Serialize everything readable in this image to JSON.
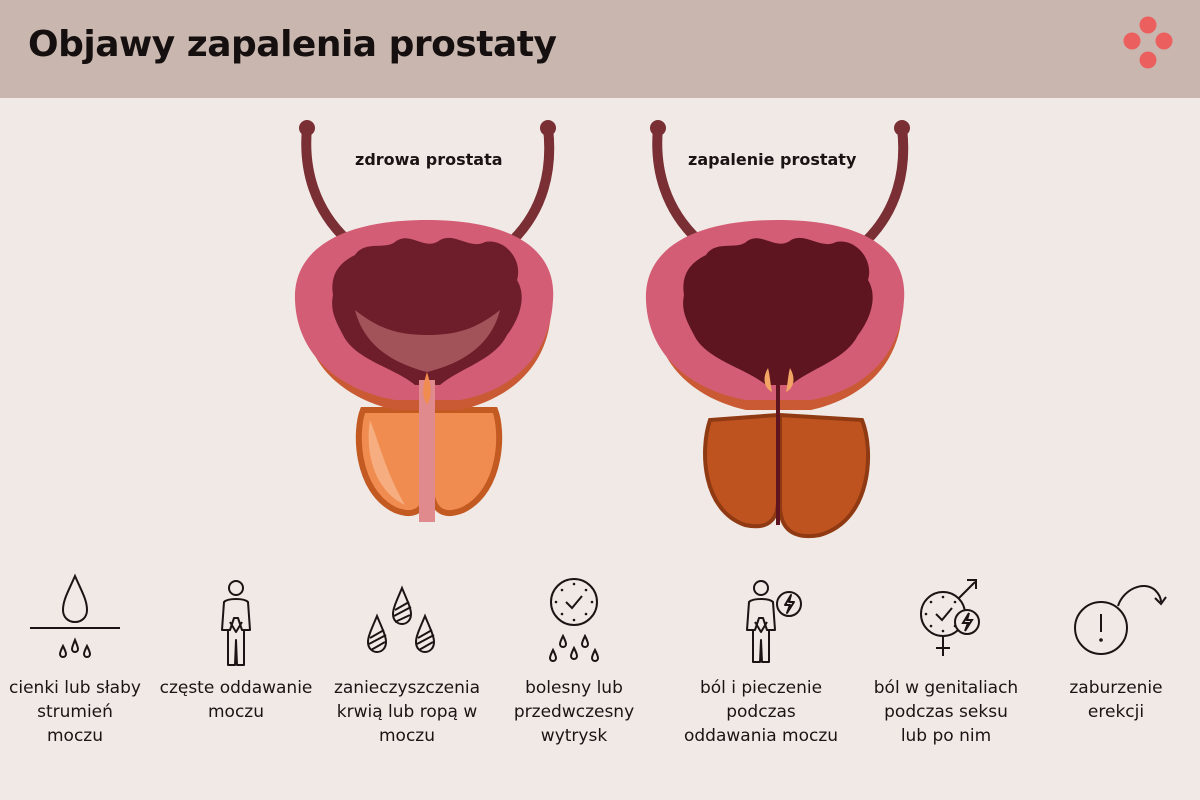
{
  "title": "Objawy zapalenia prostaty",
  "colors": {
    "header_bg": "#c9b7af",
    "page_bg": "#f1e9e5",
    "logo_accent": "#ec5f5f",
    "bladder_wall": "#cf5a72",
    "ureter": "#7a2f35",
    "healthy_prostate": "#f08c50",
    "inflamed_prostate": "#bf5320"
  },
  "illustrations": {
    "healthy_label": "zdrowa prostata",
    "inflamed_label": "zapalenie prostaty"
  },
  "symptoms": [
    {
      "icon": "weak-stream-icon",
      "label_lines": [
        "cienki lub słaby",
        "strumień",
        "moczu"
      ]
    },
    {
      "icon": "frequent-urination-icon",
      "label_lines": [
        "częste oddawanie",
        "moczu"
      ]
    },
    {
      "icon": "blood-pus-drops-icon",
      "label_lines": [
        "zanieczyszczenia",
        "krwią lub ropą w",
        "moczu"
      ]
    },
    {
      "icon": "premature-ejaculation-icon",
      "label_lines": [
        "bolesny lub",
        "przedwczesny",
        "wytrysk"
      ]
    },
    {
      "icon": "painful-urination-icon",
      "label_lines": [
        "ból i pieczenie",
        "podczas",
        "oddawania moczu"
      ]
    },
    {
      "icon": "genital-pain-icon",
      "label_lines": [
        "ból w genitaliach",
        "podczas seksu",
        "lub po nim"
      ]
    },
    {
      "icon": "erectile-dysfunction-icon",
      "label_lines": [
        "zaburzenie",
        "erekcji"
      ]
    }
  ]
}
